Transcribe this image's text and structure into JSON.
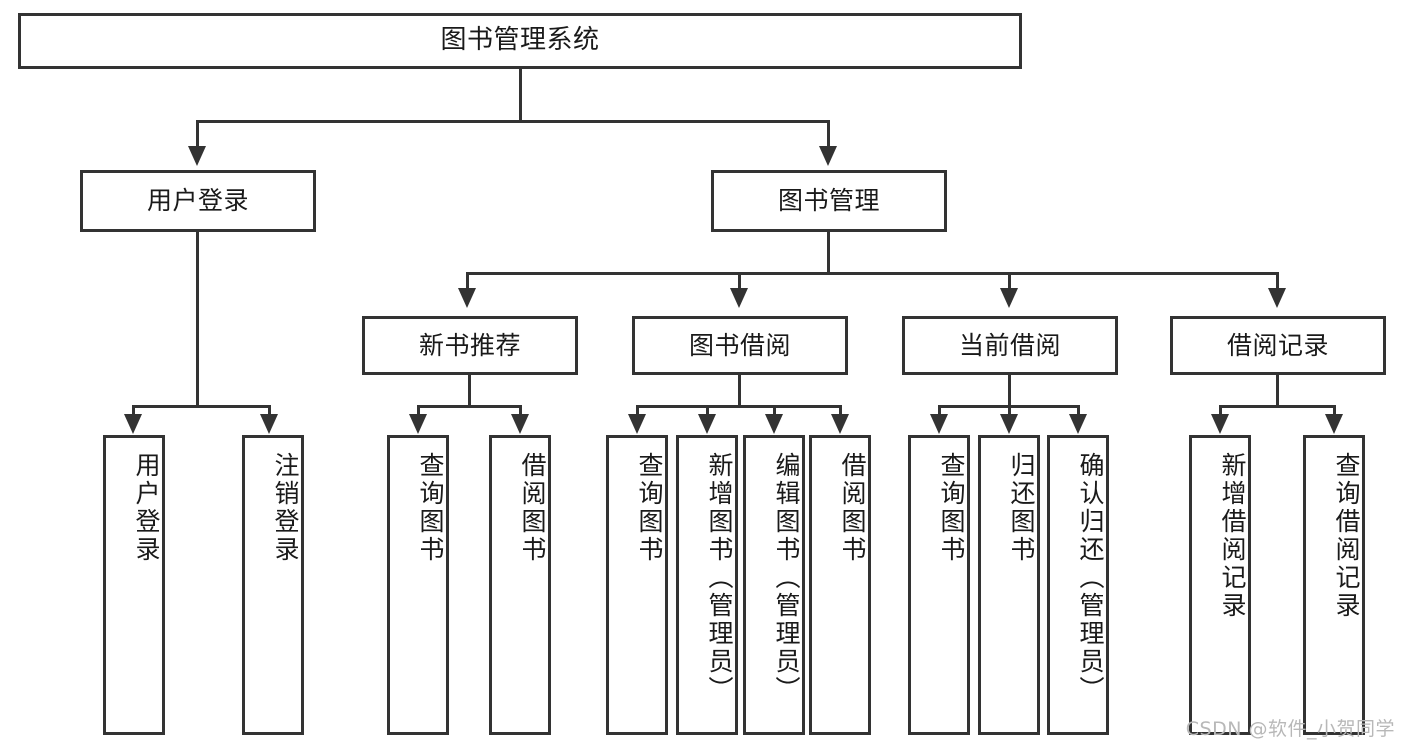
{
  "diagram": {
    "title": "图书管理系统",
    "type": "tree-hierarchy",
    "watermark": "CSDN @软件_小贺同学",
    "colors": {
      "stroke": "#333333",
      "fill": "#ffffff",
      "text": "#1a1a1a",
      "watermark": "#b8b8b8"
    }
  },
  "nodes": {
    "root": {
      "label": "图书管理系统"
    },
    "level2": [
      {
        "id": "user-login",
        "label": "用户登录"
      },
      {
        "id": "book-manage",
        "label": "图书管理"
      }
    ],
    "level3": [
      {
        "id": "new-book-recommend",
        "label": "新书推荐"
      },
      {
        "id": "book-borrow",
        "label": "图书借阅"
      },
      {
        "id": "current-borrow",
        "label": "当前借阅"
      },
      {
        "id": "borrow-record",
        "label": "借阅记录"
      }
    ],
    "leaves": {
      "user_login": [
        {
          "id": "leaf-user-login",
          "label": "用户登录"
        },
        {
          "id": "leaf-logout-login",
          "label": "注销登录"
        }
      ],
      "new_book_recommend": [
        {
          "id": "leaf-query-book-1",
          "label": "查询图书"
        },
        {
          "id": "leaf-borrow-book-1",
          "label": "借阅图书"
        }
      ],
      "book_borrow": [
        {
          "id": "leaf-query-book-2",
          "label": "查询图书"
        },
        {
          "id": "leaf-add-book",
          "label": "新增图书（管理员）"
        },
        {
          "id": "leaf-edit-book",
          "label": "编辑图书（管理员）"
        },
        {
          "id": "leaf-borrow-book-2",
          "label": "借阅图书"
        }
      ],
      "current_borrow": [
        {
          "id": "leaf-query-book-3",
          "label": "查询图书"
        },
        {
          "id": "leaf-return-book",
          "label": "归还图书"
        },
        {
          "id": "leaf-confirm-return",
          "label": "确认归还（管理员）"
        }
      ],
      "borrow_record": [
        {
          "id": "leaf-add-record",
          "label": "新增借阅记录"
        },
        {
          "id": "leaf-query-record",
          "label": "查询借阅记录"
        }
      ]
    }
  }
}
